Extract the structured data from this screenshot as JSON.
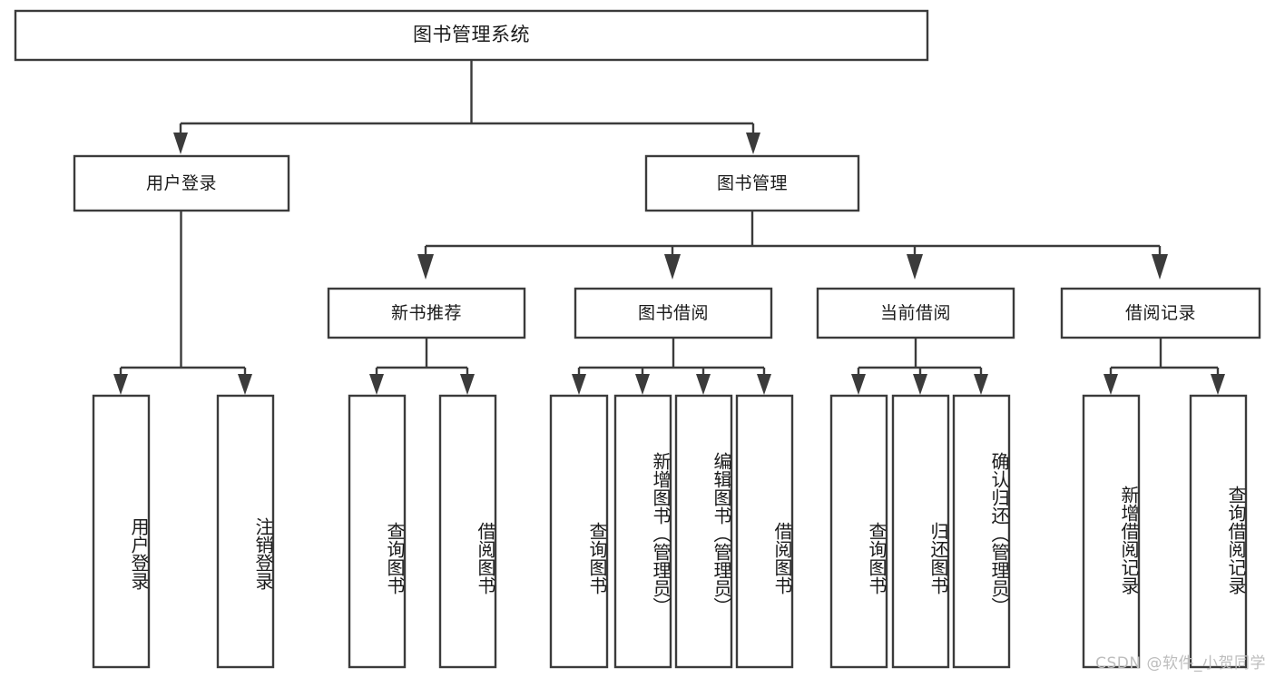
{
  "diagram": {
    "type": "tree-hierarchy-chart",
    "title": "图书管理系统",
    "root": {
      "id": "root",
      "label": "图书管理系统",
      "level": 0
    },
    "level1": [
      {
        "id": "user-login",
        "label": "用户登录"
      },
      {
        "id": "book-management",
        "label": "图书管理"
      }
    ],
    "level2": [
      {
        "id": "new-book-recommend",
        "label": "新书推荐",
        "parent": "book-management"
      },
      {
        "id": "book-borrow",
        "label": "图书借阅",
        "parent": "book-management"
      },
      {
        "id": "current-borrow",
        "label": "当前借阅",
        "parent": "book-management"
      },
      {
        "id": "borrow-record",
        "label": "借阅记录",
        "parent": "book-management"
      }
    ],
    "leaves": {
      "user-login": [
        {
          "id": "leaf-user-login",
          "label": "用户登录"
        },
        {
          "id": "leaf-logout",
          "label": "注销登录"
        }
      ],
      "new-book-recommend": [
        {
          "id": "leaf-query-book-1",
          "label": "查询图书"
        },
        {
          "id": "leaf-borrow-book-1",
          "label": "借阅图书"
        }
      ],
      "book-borrow": [
        {
          "id": "leaf-query-book-2",
          "label": "查询图书"
        },
        {
          "id": "leaf-add-book",
          "label": "新增图书（管理员）"
        },
        {
          "id": "leaf-edit-book",
          "label": "编辑图书（管理员）"
        },
        {
          "id": "leaf-borrow-book-2",
          "label": "借阅图书"
        }
      ],
      "current-borrow": [
        {
          "id": "leaf-query-book-3",
          "label": "查询图书"
        },
        {
          "id": "leaf-return-book",
          "label": "归还图书"
        },
        {
          "id": "leaf-confirm-return",
          "label": "确认归还（管理员）"
        }
      ],
      "borrow-record": [
        {
          "id": "leaf-add-record",
          "label": "新增借阅记录"
        },
        {
          "id": "leaf-query-record",
          "label": "查询借阅记录"
        }
      ]
    },
    "colors": {
      "box_fill": "#ffffff",
      "box_stroke": "#3b3b3b",
      "text": "#1a1a1a",
      "background": "#ffffff",
      "watermark": "#bdbdbd"
    }
  },
  "watermark": {
    "text": "CSDN @软件_小贺同学"
  }
}
